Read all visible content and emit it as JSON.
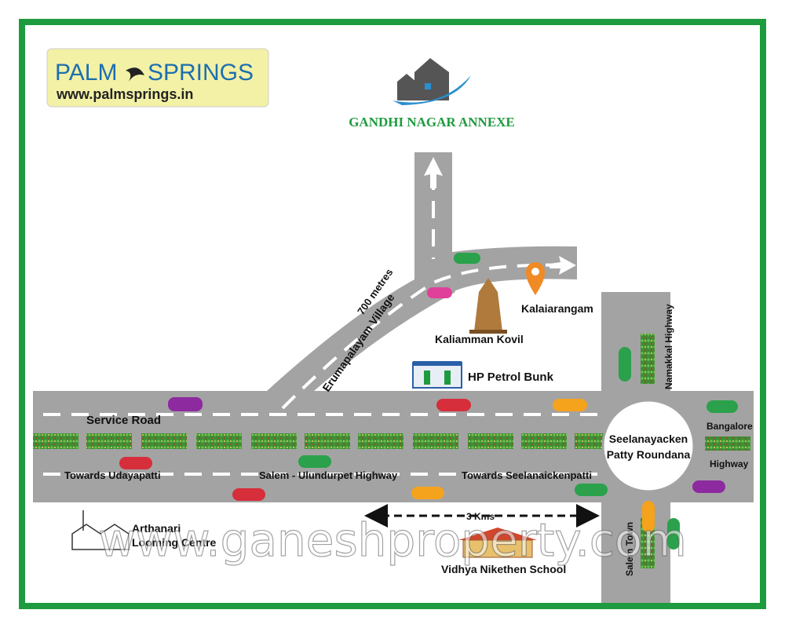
{
  "logo": {
    "brand_left": "PALM",
    "brand_right": "SPRINGS",
    "url": "www.palmsprings.in"
  },
  "title": "GANDHI NAGAR ANNEXE",
  "roads": {
    "service_road": "Service Road",
    "towards_udayapatti": "Towards  Udayapatti",
    "highway": "Salem - Ulundurpet Highway",
    "towards_seelanaickenpatti": "Towards Seelanaickenpatti",
    "erumapalayam": "Erumapalayam Village",
    "distance_700": "700 metres",
    "namakkal": "Namakkal Highway",
    "salem_town": "Salem Town",
    "bangalore": "Bangalore",
    "highway_right": "Highway"
  },
  "landmarks": {
    "kalaiarangam": "Kalaiarangam",
    "kovil": "Kaliamman Kovil",
    "petrol": "HP Petrol Bunk",
    "roundana_line1": "Seelanayacken",
    "roundana_line2": "Patty Roundana",
    "looming_line1": "Arthanari",
    "looming_line2": "Looming Centre",
    "school": "Vidhya Nikethen School",
    "kms": "3 Kms"
  },
  "watermark": "www.ganeshproperty.com",
  "colors": {
    "frame": "#1e9b3e",
    "road": "#a3a3a3",
    "median": "#3f9a3a",
    "pin": "#f08a24"
  }
}
